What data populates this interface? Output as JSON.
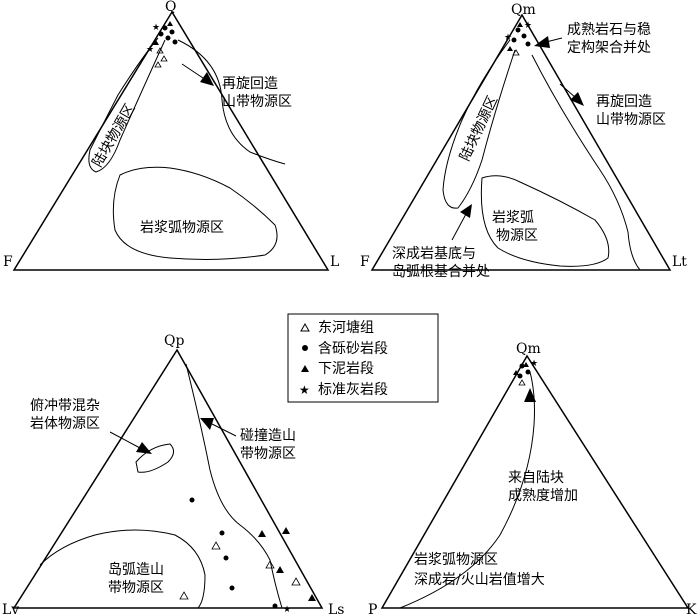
{
  "diagrams": [
    {
      "id": "QFL",
      "vertices": {
        "top": "Q",
        "left": "F",
        "right": "L"
      },
      "fields": [
        {
          "id": "craton",
          "label": "陆块物源区"
        },
        {
          "id": "recycled",
          "label_lines": [
            "再旋回造",
            "山带物源区"
          ]
        },
        {
          "id": "arc",
          "label": "岩浆弧物源区"
        }
      ]
    },
    {
      "id": "QmFLt",
      "vertices": {
        "top": "Qm",
        "left": "F",
        "right": "Lt"
      },
      "fields": [
        {
          "id": "craton",
          "label": "陆块物源区"
        },
        {
          "id": "mature",
          "label_lines": [
            "成熟岩石与稳",
            "定构架合并处"
          ]
        },
        {
          "id": "recycled",
          "label_lines": [
            "再旋回造",
            "山带物源区"
          ]
        },
        {
          "id": "arc",
          "label_lines": [
            "岩浆弧",
            "物源区"
          ]
        },
        {
          "id": "basement",
          "label_lines": [
            "深成岩基底与",
            "岛弧根基合并处"
          ]
        }
      ]
    },
    {
      "id": "QpLvLs",
      "vertices": {
        "top": "Qp",
        "left": "Lv",
        "right": "Ls"
      },
      "fields": [
        {
          "id": "melange",
          "label_lines": [
            "俯冲带混杂",
            "岩体物源区"
          ]
        },
        {
          "id": "collision",
          "label_lines": [
            "碰撞造山",
            "带物源区"
          ]
        },
        {
          "id": "arc",
          "label_lines": [
            "岛弧造山",
            "带物源区"
          ]
        }
      ]
    },
    {
      "id": "QmPK",
      "vertices": {
        "top": "Qm",
        "left": "P",
        "right": "K"
      },
      "fields": [
        {
          "id": "maturity",
          "label_lines": [
            "来自陆块",
            "成熟度增加"
          ]
        },
        {
          "id": "arc",
          "label_lines": [
            "岩浆弧物源区",
            "深成岩/火山岩值增大"
          ]
        }
      ]
    }
  ],
  "legend": [
    {
      "symbol": "triangle-open",
      "label": "东河塘组"
    },
    {
      "symbol": "circle-filled",
      "label": "含砾砂岩段"
    },
    {
      "symbol": "triangle-filled",
      "label": "下泥岩段"
    },
    {
      "symbol": "star-filled",
      "label": "标准灰岩段"
    }
  ],
  "colors": {
    "line": "#000000",
    "background": "#ffffff"
  }
}
